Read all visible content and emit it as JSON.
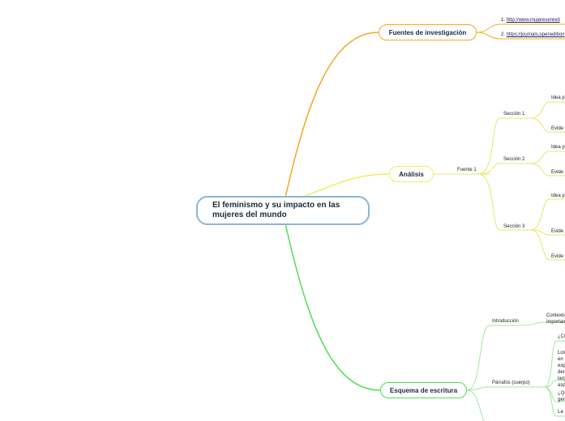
{
  "central": {
    "title": "El feminismo y su impacto en las mujeres del mundo"
  },
  "fuentes": {
    "title": "Fuentes de investigación",
    "items": [
      {
        "num": "1.",
        "link": "http://www.mujeresenred"
      },
      {
        "num": "2.",
        "link": "https://journals.openedition"
      }
    ]
  },
  "analisis": {
    "title": "Análisis",
    "fuente": "Fuente 1",
    "secciones": [
      "Sección 1",
      "Sección 2",
      "Sección 3"
    ],
    "leaves": [
      "Idea p",
      "Evide",
      "Idea p",
      "Evide",
      "Idea p",
      "Evide",
      "Evide"
    ]
  },
  "esquema": {
    "title": "Esquema de escritura",
    "introduccion": "Introducción",
    "contexto": [
      "Contexto",
      "importan"
    ],
    "parrafos": "Párrafos (cuerpo)",
    "q1": "¿Có",
    "long_text": [
      "Los",
      "en",
      "exp",
      "der",
      "larg",
      "asp"
    ],
    "q2": [
      "¿Qu",
      "gén"
    ],
    "la": "La"
  },
  "colors": {
    "central_border": "#8cb4d6",
    "fuentes": "#f5a623",
    "analisis": "#f2ec60",
    "esquema": "#4fe04f"
  }
}
